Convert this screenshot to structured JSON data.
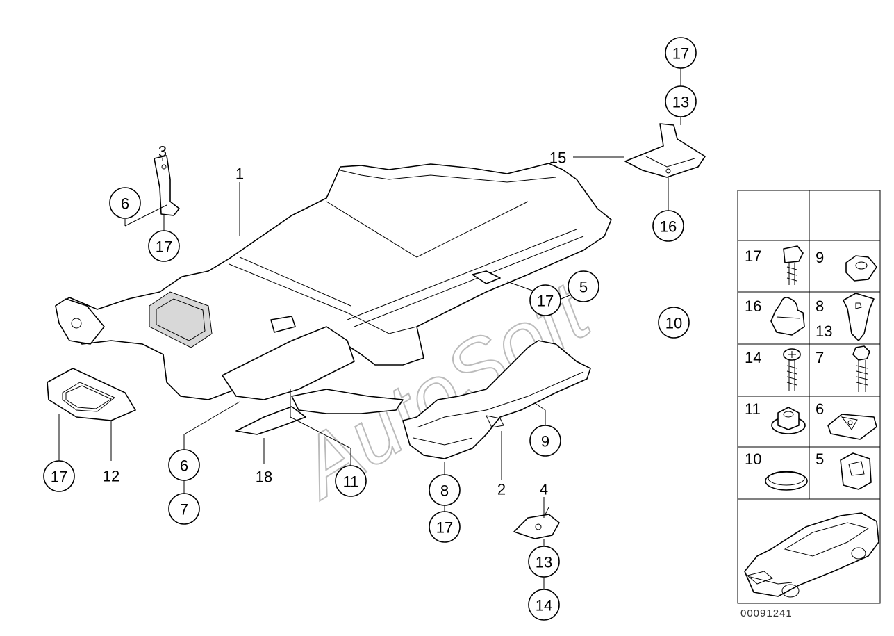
{
  "diagram_id": "00091241",
  "watermark": "AutoSoft",
  "callouts": {
    "c17_top": "17",
    "c13_top": "13",
    "c15": "15",
    "c16": "16",
    "c3": "3",
    "c6_left": "6",
    "c17_left": "17",
    "c1": "1",
    "c17_mid": "17",
    "c5_mid": "5",
    "c10_mid": "10",
    "c17_bl": "17",
    "c12": "12",
    "c6_b": "6",
    "c7_b": "7",
    "c18": "18",
    "c11_b": "11",
    "c9_b": "9",
    "c8_b": "8",
    "c17_b": "17",
    "c2": "2",
    "c4": "4",
    "c13_b": "13",
    "c14_b": "14"
  },
  "legend": {
    "rows": [
      {
        "left": {
          "labels": [
            "17"
          ],
          "icon": "bolt-icon"
        },
        "right": {
          "labels": [
            "9"
          ],
          "icon": "hex-nut-icon"
        }
      },
      {
        "left": {
          "labels": [
            "16"
          ],
          "icon": "cap-nut-icon"
        },
        "right": {
          "labels": [
            "8",
            "13"
          ],
          "icon": "expanding-nut-icon"
        }
      },
      {
        "left": {
          "labels": [
            "14"
          ],
          "icon": "phillips-screw-icon"
        },
        "right": {
          "labels": [
            "7"
          ],
          "icon": "hex-screw-icon"
        }
      },
      {
        "left": {
          "labels": [
            "11"
          ],
          "icon": "flange-nut-icon"
        },
        "right": {
          "labels": [
            "6"
          ],
          "icon": "spring-clip-icon"
        }
      },
      {
        "left": {
          "labels": [
            "10"
          ],
          "icon": "grommet-icon"
        },
        "right": {
          "labels": [
            "5"
          ],
          "icon": "clip-icon"
        }
      }
    ],
    "vehicle_icon": "car-silhouette-icon"
  }
}
